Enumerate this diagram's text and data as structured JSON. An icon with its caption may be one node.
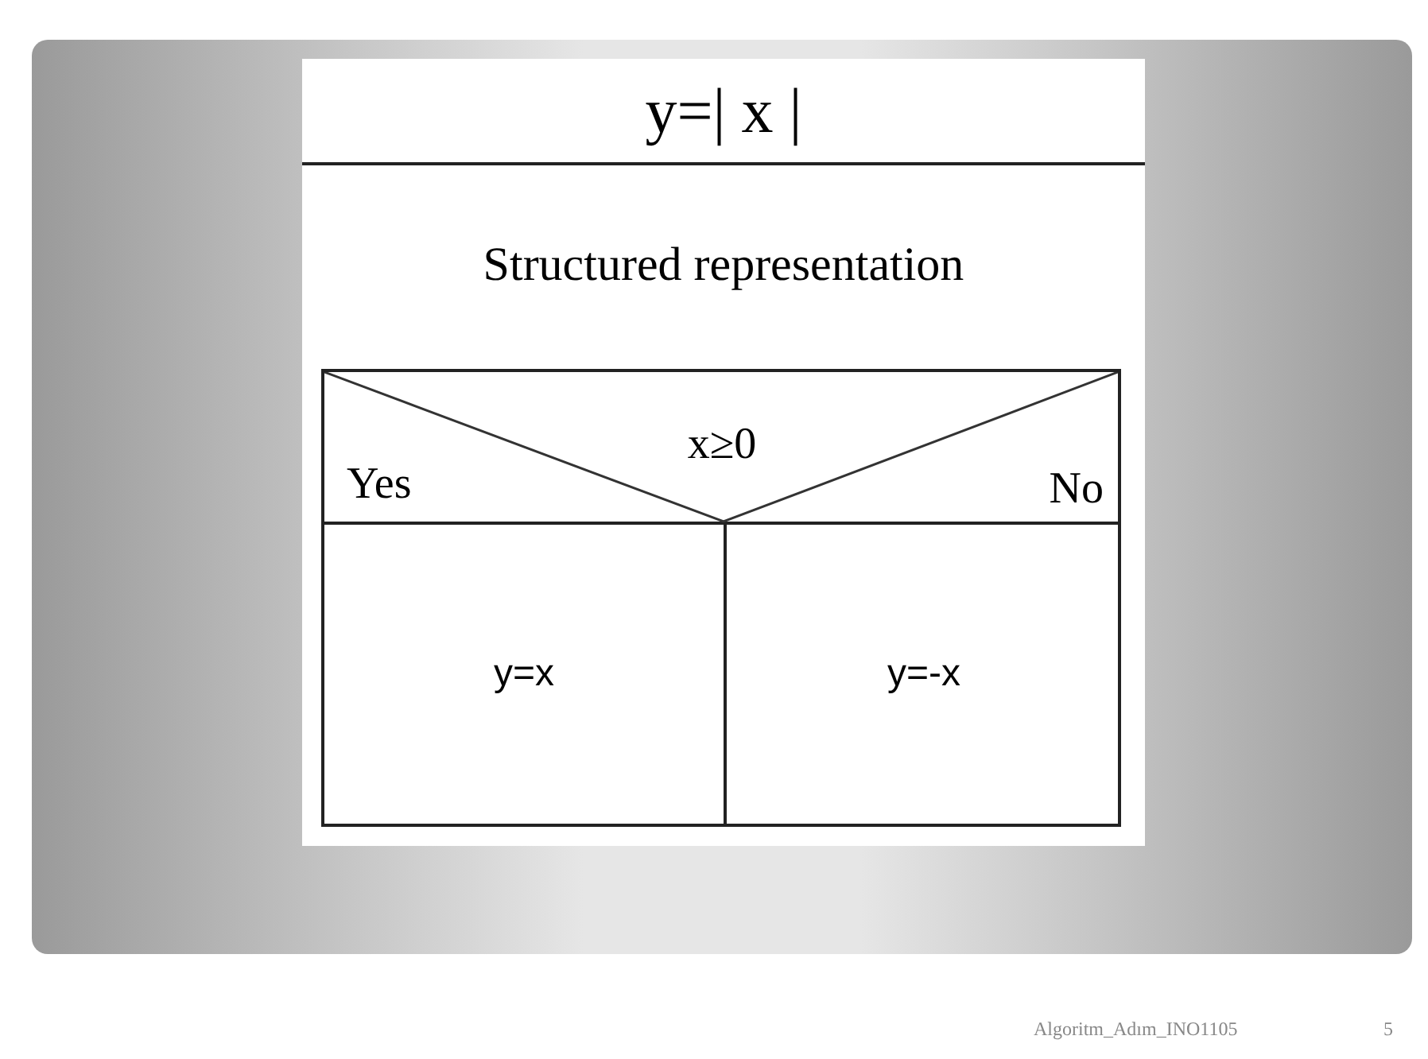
{
  "diagram": {
    "title": "y=| x |",
    "nodes": [
      {
        "text": [
          "x≥0",
          "Yes",
          "No"
        ]
      },
      {
        "text": [
          "y=x"
        ]
      },
      {
        "text": [
          "y=-x"
        ]
      }
    ],
    "labels": [
      "Structured representation",
      "Algoritm_Adım_INO1105",
      "5"
    ]
  }
}
